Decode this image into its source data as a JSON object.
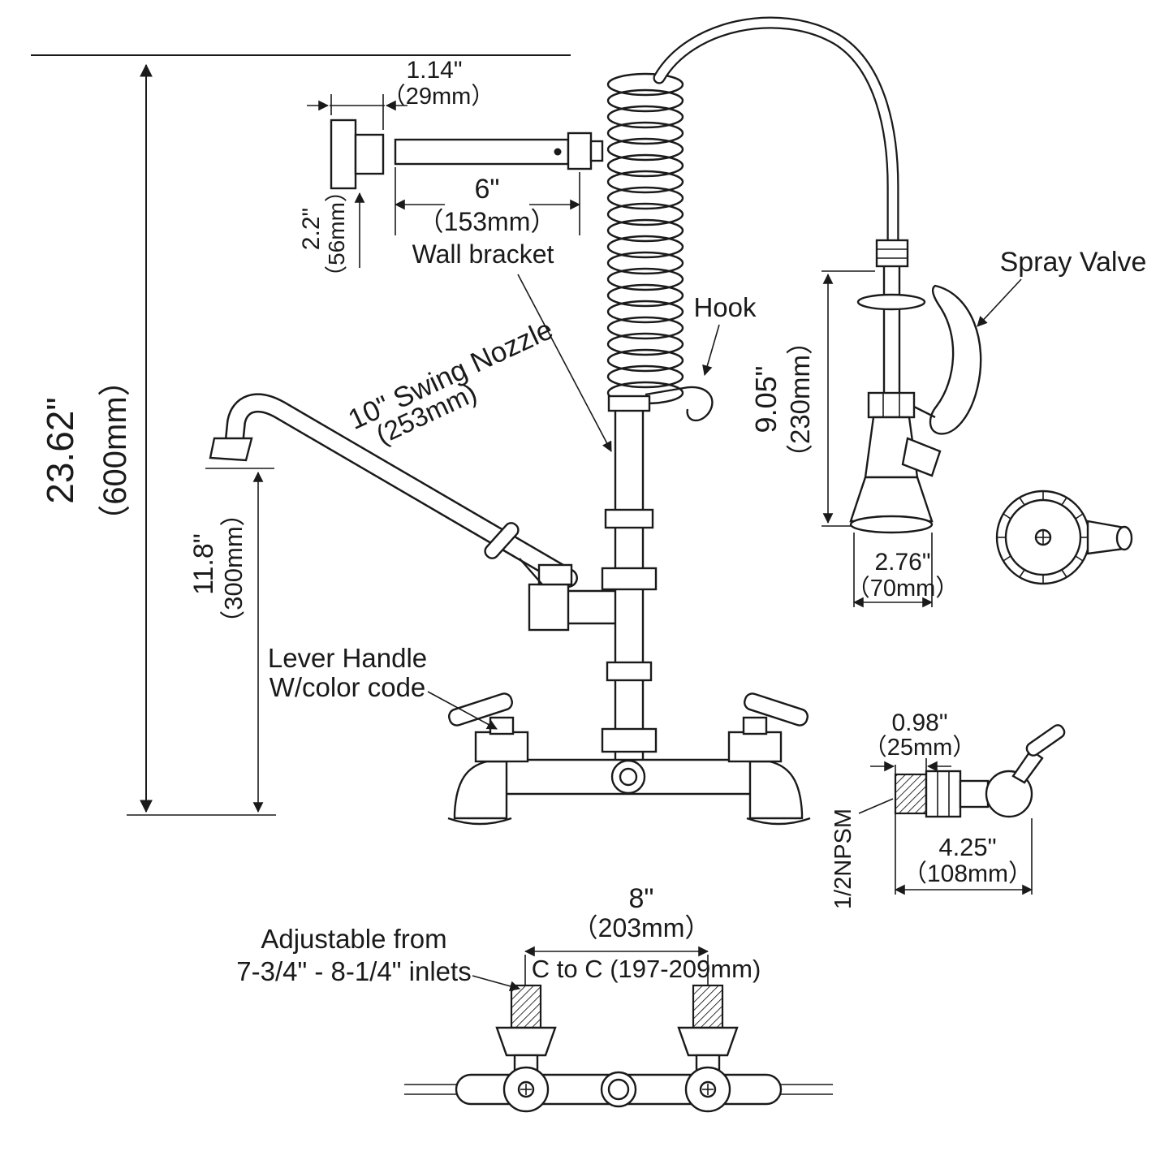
{
  "diagram": {
    "type": "technical-dimension-drawing",
    "subject": "wall-mount pre-rinse kitchen faucet with spray valve and add-on swing nozzle",
    "colors": {
      "line": "#1a1a1a",
      "background": "#ffffff"
    }
  },
  "labels": {
    "overall_h_in": "23.62\"",
    "overall_h_mm": "（600mm）",
    "bracket_w_in": "1.14\"",
    "bracket_w_mm": "（29mm）",
    "bracket_h_in": "2.2\"",
    "bracket_h_mm": "（56mm）",
    "bracket_l_in": "6\"",
    "bracket_l_mm": "（153mm）",
    "wall_bracket": "Wall bracket",
    "swing_nozzle": "10\" Swing Nozzle",
    "swing_nozzle_mm": "(253mm)",
    "hook": "Hook",
    "spray_valve": "Spray Valve",
    "spray_h_in": "9.05\"",
    "spray_h_mm": "（230mm）",
    "spray_base_in": "2.76\"",
    "spray_base_mm": "（70mm）",
    "nozzle_h_in": "11.8\"",
    "nozzle_h_mm": "（300mm）",
    "lever_1": "Lever Handle",
    "lever_2": "W/color code",
    "inlet_w_in": "0.98\"",
    "inlet_w_mm": "（25mm）",
    "inlet_d_in": "4.25\"",
    "inlet_d_mm": "（108mm）",
    "npsm": "1/2NPSM",
    "cc_in": "8\"",
    "cc_mm": "（203mm）",
    "cc_range": "C to C  (197-209mm)",
    "adj_1": "Adjustable  from",
    "adj_2": "7-3/4\" -  8-1/4\" inlets"
  }
}
